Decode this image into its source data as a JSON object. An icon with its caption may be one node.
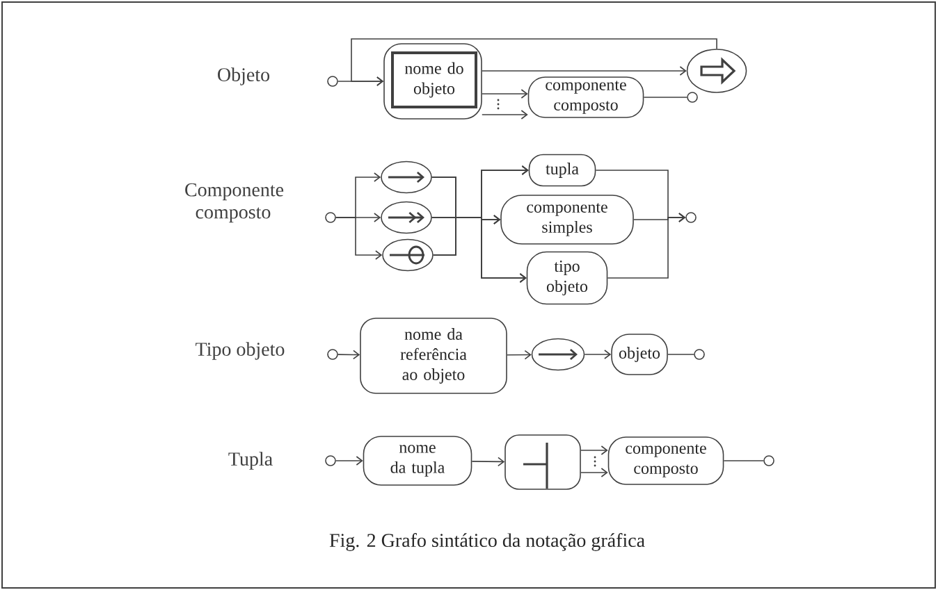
{
  "diagram": {
    "caption": "Fig. 2  Grafo sintático da notação gráfica",
    "nodes": [
      {
        "text": [],
        "shape": "circle"
      },
      {
        "text": [],
        "shape": "box"
      },
      {
        "text": [
          "nome do objeto"
        ],
        "in": 1
      },
      {
        "text": [],
        "shape": "ellipse"
      },
      {
        "text": [
          "componente composto"
        ]
      },
      {
        "text": [],
        "shape": "circle"
      },
      {
        "text": [],
        "shape": "circle"
      },
      {
        "text": [],
        "shape": "ellipse"
      },
      {
        "text": [],
        "shape": "ellipse"
      },
      {
        "text": [],
        "shape": "ellipse"
      },
      {
        "text": [
          "tupla"
        ]
      },
      {
        "text": [
          "componente simples"
        ]
      },
      {
        "text": [
          "tipo objeto"
        ]
      },
      {
        "text": [],
        "shape": "circle"
      },
      {
        "text": [],
        "shape": "circle"
      },
      {
        "text": [
          "nome da referência ao objeto"
        ]
      },
      {
        "text": [],
        "shape": "ellipse"
      },
      {
        "text": [
          "objeto"
        ]
      },
      {
        "text": [],
        "shape": "circle"
      },
      {
        "text": [],
        "shape": "circle"
      },
      {
        "text": [
          "nome da tupla"
        ]
      },
      {
        "text": [],
        "shape": "box"
      },
      {
        "text": [
          "componente composto"
        ]
      },
      {
        "text": [],
        "shape": "circle"
      }
    ],
    "edges": [
      {
        "from": 0,
        "to": 1,
        "arrow": "to"
      },
      {
        "from": 1,
        "to": 3,
        "arrow": "to"
      },
      {
        "from": 3,
        "to": 1,
        "arrow": "to"
      },
      {
        "from": 1,
        "to": 4,
        "arrow": "to"
      },
      {
        "from": 1,
        "to": 4,
        "arrow": "to"
      },
      {
        "from": 4,
        "to": 5,
        "arrow": "none"
      },
      {
        "from": 6,
        "to": 7,
        "arrow": "to"
      },
      {
        "from": 6,
        "to": 8,
        "arrow": "to"
      },
      {
        "from": 6,
        "to": 9,
        "arrow": "to"
      },
      {
        "from": 7,
        "to": 10,
        "arrow": "to"
      },
      {
        "from": 7,
        "to": 11,
        "arrow": "to"
      },
      {
        "from": 7,
        "to": 12,
        "arrow": "to"
      },
      {
        "from": 8,
        "to": 10,
        "arrow": "to"
      },
      {
        "from": 8,
        "to": 11,
        "arrow": "to"
      },
      {
        "from": 8,
        "to": 12,
        "arrow": "to"
      },
      {
        "from": 9,
        "to": 10,
        "arrow": "to"
      },
      {
        "from": 9,
        "to": 11,
        "arrow": "to"
      },
      {
        "from": 9,
        "to": 12,
        "arrow": "to"
      },
      {
        "from": 10,
        "to": 13,
        "arrow": "to"
      },
      {
        "from": 11,
        "to": 13,
        "arrow": "to"
      },
      {
        "from": 12,
        "to": 13,
        "arrow": "to"
      },
      {
        "from": 14,
        "to": 15,
        "arrow": "to"
      },
      {
        "from": 15,
        "to": 16,
        "arrow": "to"
      },
      {
        "from": 16,
        "to": 17,
        "arrow": "to"
      },
      {
        "from": 17,
        "to": 18,
        "arrow": "none"
      },
      {
        "from": 19,
        "to": 20,
        "arrow": "to"
      },
      {
        "from": 20,
        "to": 21,
        "arrow": "to"
      },
      {
        "from": 21,
        "to": 22,
        "arrow": "to"
      },
      {
        "from": 21,
        "to": 22,
        "arrow": "to"
      },
      {
        "from": 22,
        "to": 23,
        "arrow": "none"
      }
    ],
    "labels": [
      "Objeto",
      "Componente composto",
      "Tipo objeto",
      "Tupla"
    ]
  }
}
